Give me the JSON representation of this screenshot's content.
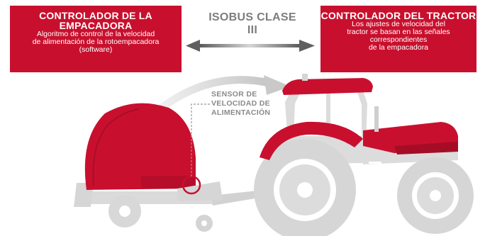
{
  "baler_controller": {
    "title": "CONTROLADOR DE LA\nEMPACADORA",
    "description": "Algoritmo de control de la velocidad\nde alimentación de la rotoempacadora\n(software)"
  },
  "tractor_controller": {
    "title": "CONTROLADOR DEL TRACTOR",
    "description": "Los ajustes de velocidad del\ntractor se basan en las señales\ncorrespondientes\nde la empacadora"
  },
  "protocol_label": "ISOBUS CLASE III",
  "sensor_label": "SENSOR DE\nVELOCIDAD DE\nALIMENTACIÓN",
  "colors": {
    "accent_red": "#c8102e",
    "machine_grey": "#dadada",
    "text_grey": "#7d7d7d",
    "arrow_grey": "#707070"
  }
}
